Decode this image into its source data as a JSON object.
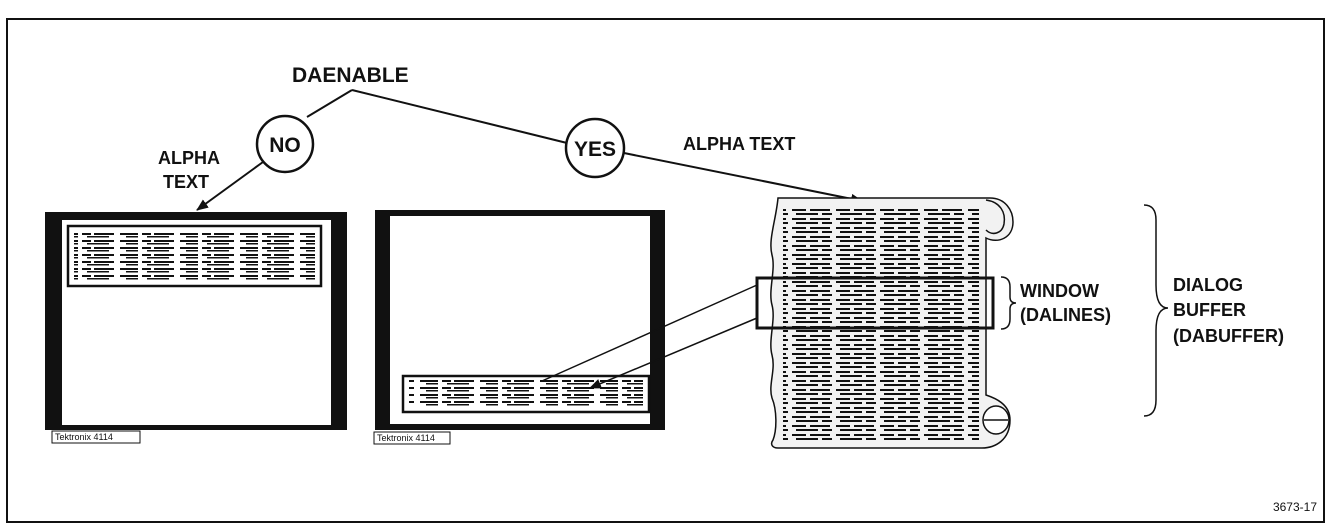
{
  "labels": {
    "daenable": "DAENABLE",
    "no": "NO",
    "yes": "YES",
    "alpha": "ALPHA",
    "text": "TEXT",
    "alpha_text": "ALPHA TEXT",
    "window": "WINDOW",
    "dalines": "(DALINES)",
    "dialog": "DIALOG",
    "buffer": "BUFFER",
    "dabuffer": "(DABUFFER)",
    "brand_1": "Tektronix 4114",
    "brand_2": "Tektronix 4114",
    "figure_number": "3673-17"
  }
}
